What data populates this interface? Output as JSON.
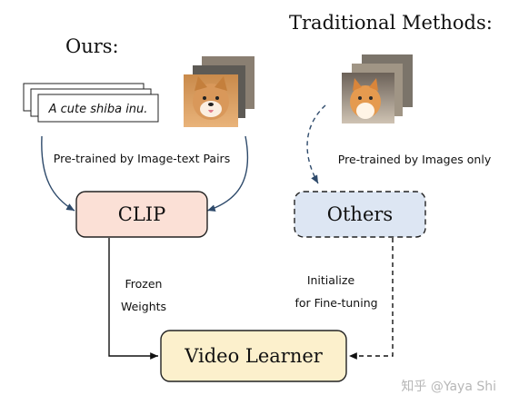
{
  "headings": {
    "ours": "Ours:",
    "traditional": "Traditional Methods:"
  },
  "caption_card": "A cute shiba inu.",
  "labels": {
    "left_pretrain": "Pre-trained by Image-text Pairs",
    "right_pretrain": "Pre-trained by Images only",
    "frozen_line1": "Frozen",
    "frozen_line2": "Weights",
    "init_line1": "Initialize",
    "init_line2": "for Fine-tuning"
  },
  "boxes": {
    "clip": "CLIP",
    "others": "Others",
    "video_learner": "Video Learner"
  },
  "watermark": "知乎 @Yaya Shi",
  "colors": {
    "clip_fill": "#fbe0d6",
    "others_fill": "#dde6f3",
    "video_fill": "#fcf0cc",
    "arrow_blue": "#2e4a6b",
    "arrow_black": "#111111"
  }
}
